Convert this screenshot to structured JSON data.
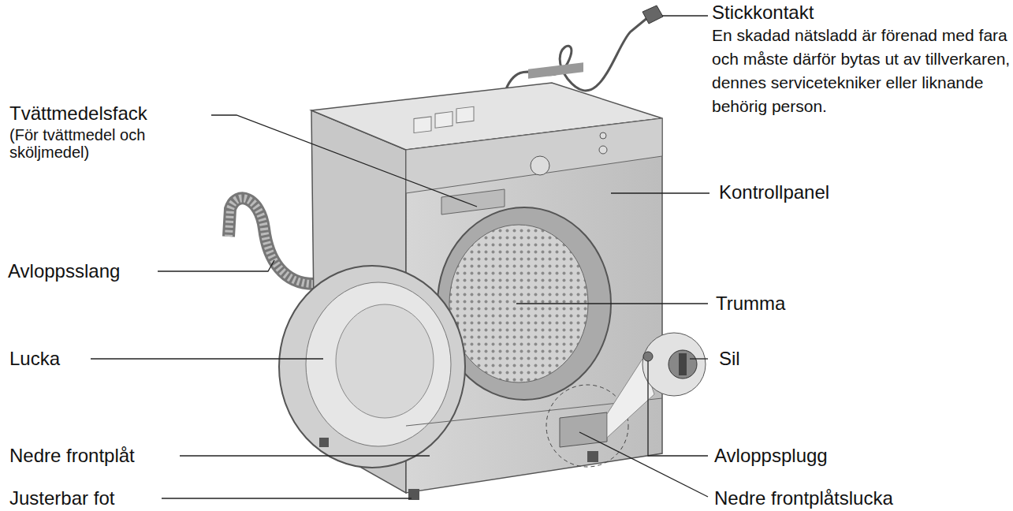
{
  "diagram": {
    "labels": [
      "Stickkontakt",
      "En skadad nätsladd är förenad med fara och måste därför bytas ut av tillverkaren, dennes servicetekniker eller liknande behörig person.",
      "Tvättmedelsfack",
      "(För tvättmedel och sköljmedel)",
      "Kontrollpanel",
      "Avloppsslang",
      "Trumma",
      "Lucka",
      "Sil",
      "Nedre frontplåt",
      "Avloppsplugg",
      "Justerbar fot",
      "Nedre frontplåtslucka"
    ]
  }
}
